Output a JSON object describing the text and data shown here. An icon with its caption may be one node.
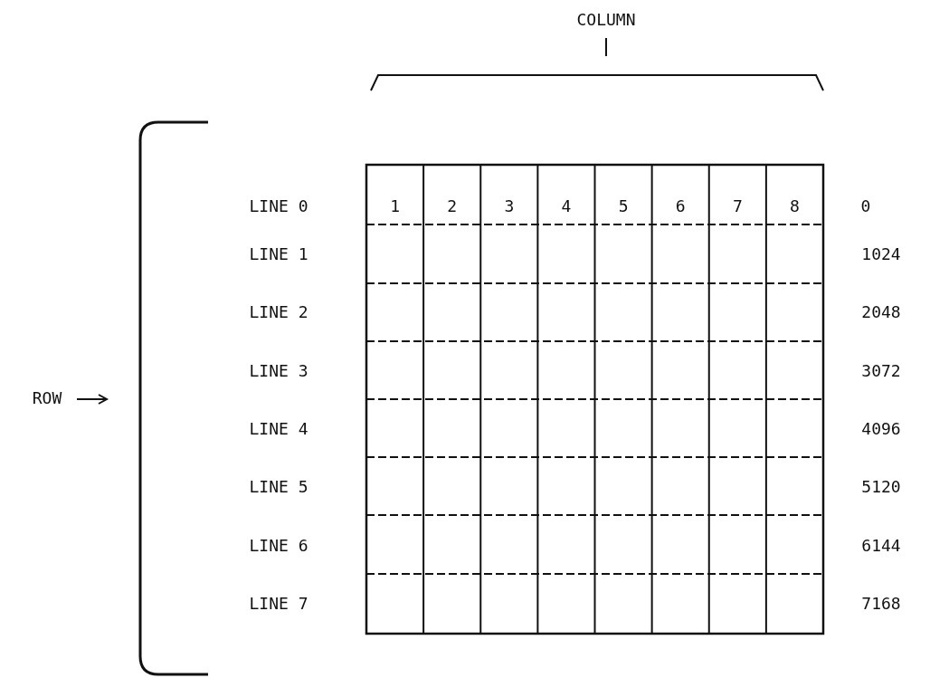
{
  "diagram": {
    "labels": [
      "COLUMN",
      "LINE 0",
      "1",
      "2",
      "3",
      "4",
      "5",
      "6",
      "7",
      "8",
      "0",
      "LINE 1",
      "1024",
      "LINE 2",
      "2048",
      "ROW",
      "LINE 3",
      "3072",
      "LINE 4",
      "4096",
      "LINE 5",
      "5120",
      "LINE 6",
      "6144",
      "LINE 7",
      "7168"
    ]
  }
}
